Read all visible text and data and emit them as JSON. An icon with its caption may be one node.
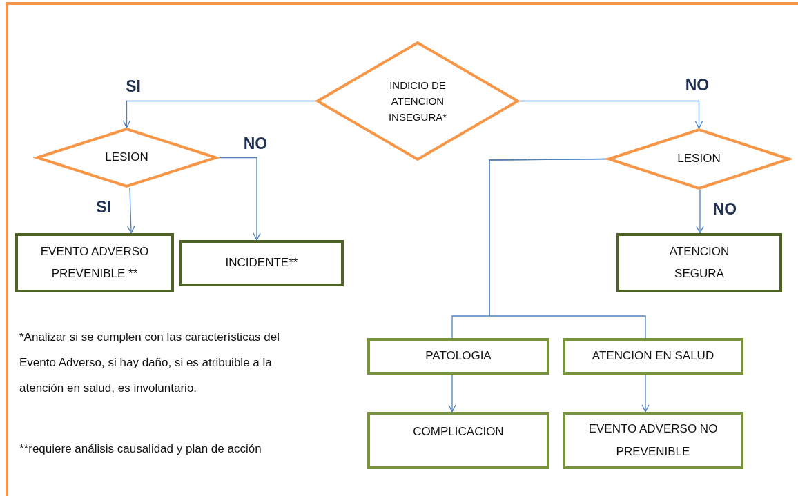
{
  "diagram": {
    "nodes": [
      {
        "text": [
          "INDICIO DE ATENCION INSEGURA*"
        ]
      },
      {
        "text": [
          "LESION"
        ]
      },
      {
        "text": [
          "LESION"
        ]
      },
      {
        "text": [
          "EVENTO ADVERSO PREVENIBLE **"
        ]
      },
      {
        "text": [
          "INCIDENTE**"
        ]
      },
      {
        "text": [
          "ATENCION SEGURA"
        ]
      },
      {
        "text": [
          "PATOLOGIA"
        ]
      },
      {
        "text": [
          "ATENCION EN SALUD"
        ]
      },
      {
        "text": [
          "COMPLICACION"
        ]
      },
      {
        "text": [
          "EVENTO ADVERSO NO PREVENIBLE"
        ]
      }
    ],
    "edges": [
      {
        "from": 0,
        "to": 1,
        "arrow": "to",
        "label": "SI"
      },
      {
        "from": 0,
        "to": 2,
        "arrow": "to",
        "label": "NO"
      },
      {
        "from": 1,
        "to": 3,
        "arrow": "to",
        "label": "SI"
      },
      {
        "from": 1,
        "to": 4,
        "arrow": "to",
        "label": "NO"
      },
      {
        "from": 2,
        "to": 5,
        "arrow": "to",
        "label": "NO"
      },
      {
        "from": 2,
        "to": 6,
        "arrow": "none"
      },
      {
        "from": 2,
        "to": 7,
        "arrow": "none"
      },
      {
        "from": 6,
        "to": 8,
        "arrow": "to"
      },
      {
        "from": 7,
        "to": 9,
        "arrow": "to"
      }
    ],
    "labels": [
      "*Analizar si se cumplen con las características del Evento Adverso, si hay daño, si es atribuible a la atención en salud, es involuntario.",
      "**requiere análisis causalidad y plan de acción"
    ]
  }
}
